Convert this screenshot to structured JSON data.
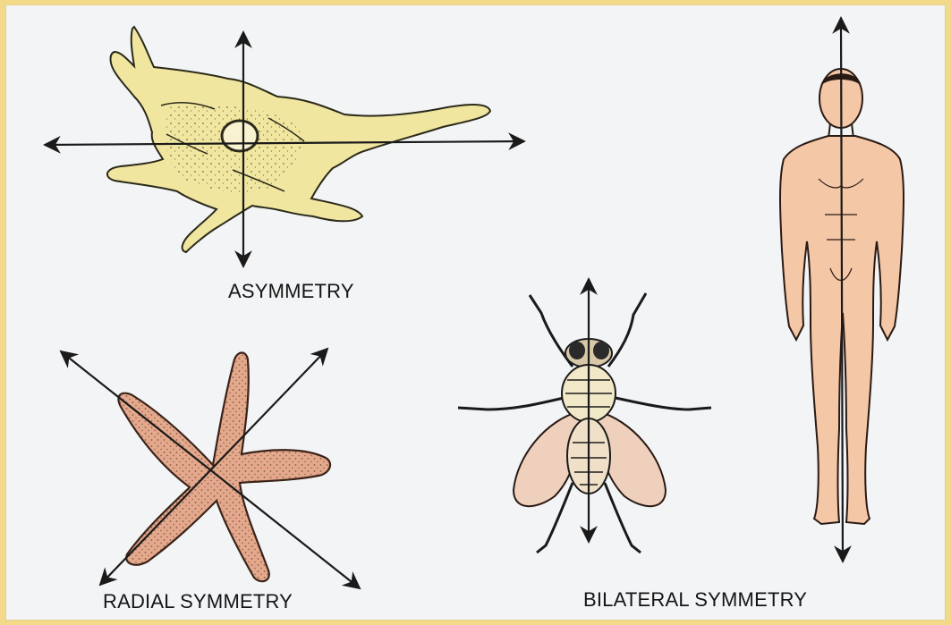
{
  "labels": {
    "asymmetry": "ASYMMETRY",
    "radial": "RADIAL SYMMETRY",
    "bilateral": "BILATERAL SYMMETRY"
  },
  "colors": {
    "border": "#f3d98a",
    "background": "#f2f4f6",
    "amoeba_fill": "#f1e6a0",
    "starfish_fill": "#e4a88c",
    "fly_wing": "#eed0bc",
    "human_skin": "#f4c7a6",
    "axis_line": "#1a1a1a"
  },
  "figures": [
    {
      "name": "amoeba",
      "symmetry": "asymmetry"
    },
    {
      "name": "starfish",
      "symmetry": "radial"
    },
    {
      "name": "housefly",
      "symmetry": "bilateral"
    },
    {
      "name": "human",
      "symmetry": "bilateral"
    }
  ]
}
